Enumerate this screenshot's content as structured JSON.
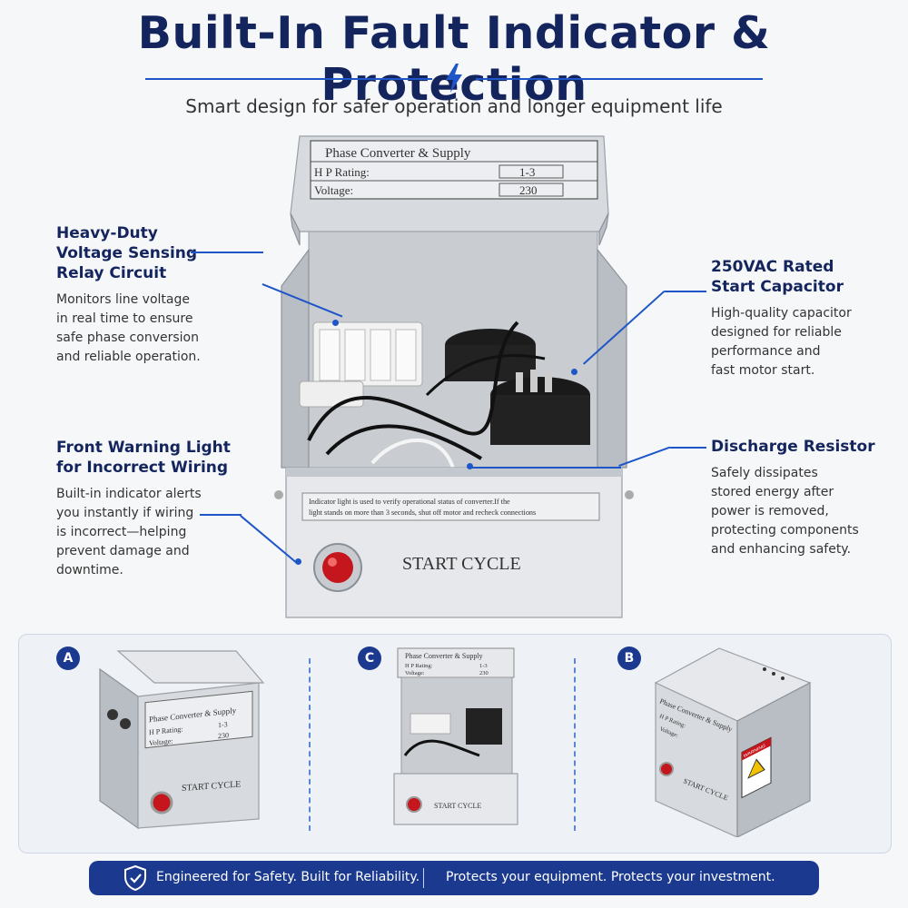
{
  "header": {
    "title": "Built-In Fault Indicator & Protection",
    "subtitle": "Smart design for safer operation and longer equipment life"
  },
  "features": {
    "relay": {
      "title_lines": [
        "Heavy-Duty",
        "Voltage Sensing",
        "Relay Circuit"
      ],
      "desc_lines": [
        "Monitors line voltage",
        "in real time to ensure",
        "safe phase conversion",
        "and reliable operation."
      ]
    },
    "warning": {
      "title_lines": [
        "Front Warning Light",
        "for Incorrect Wiring"
      ],
      "desc_lines": [
        "Built-in indicator alerts",
        "you instantly if wiring",
        "is incorrect—helping",
        "prevent damage and",
        "downtime."
      ]
    },
    "capacitor": {
      "title_lines": [
        "250VAC Rated",
        "Start Capacitor"
      ],
      "desc_lines": [
        "High-quality capacitor",
        "designed for reliable",
        "performance and",
        "fast motor start."
      ]
    },
    "resistor": {
      "title_lines": [
        "Discharge Resistor"
      ],
      "desc_lines": [
        "Safely dissipates",
        "stored energy after",
        "power is removed,",
        "protecting components",
        "and enhancing safety."
      ]
    }
  },
  "device": {
    "plate_title": "Phase Converter & Supply",
    "hp_label": "H P Rating:",
    "hp_value": "1-3",
    "voltage_label": "Voltage:",
    "voltage_value": "230",
    "notice_line1": "Indicator light is used to verify operational status of converter.If the",
    "notice_line2": "light stands on more than 3 seconds, shut off motor and recheck connections",
    "start_label": "START CYCLE"
  },
  "views": {
    "a_label": "A",
    "c_label": "C",
    "b_label": "B"
  },
  "warning_sticker": "WARNING",
  "footer": {
    "left": "Engineered for Safety. Built for Reliability.",
    "right": "Protects your equipment. Protects your investment."
  },
  "colors": {
    "navy": "#14255e",
    "accent": "#1e56c8",
    "badge": "#1b3a8f",
    "indicator": "#c4161c"
  },
  "icons": [
    "lightning-bolt-icon",
    "shield-check-icon"
  ]
}
